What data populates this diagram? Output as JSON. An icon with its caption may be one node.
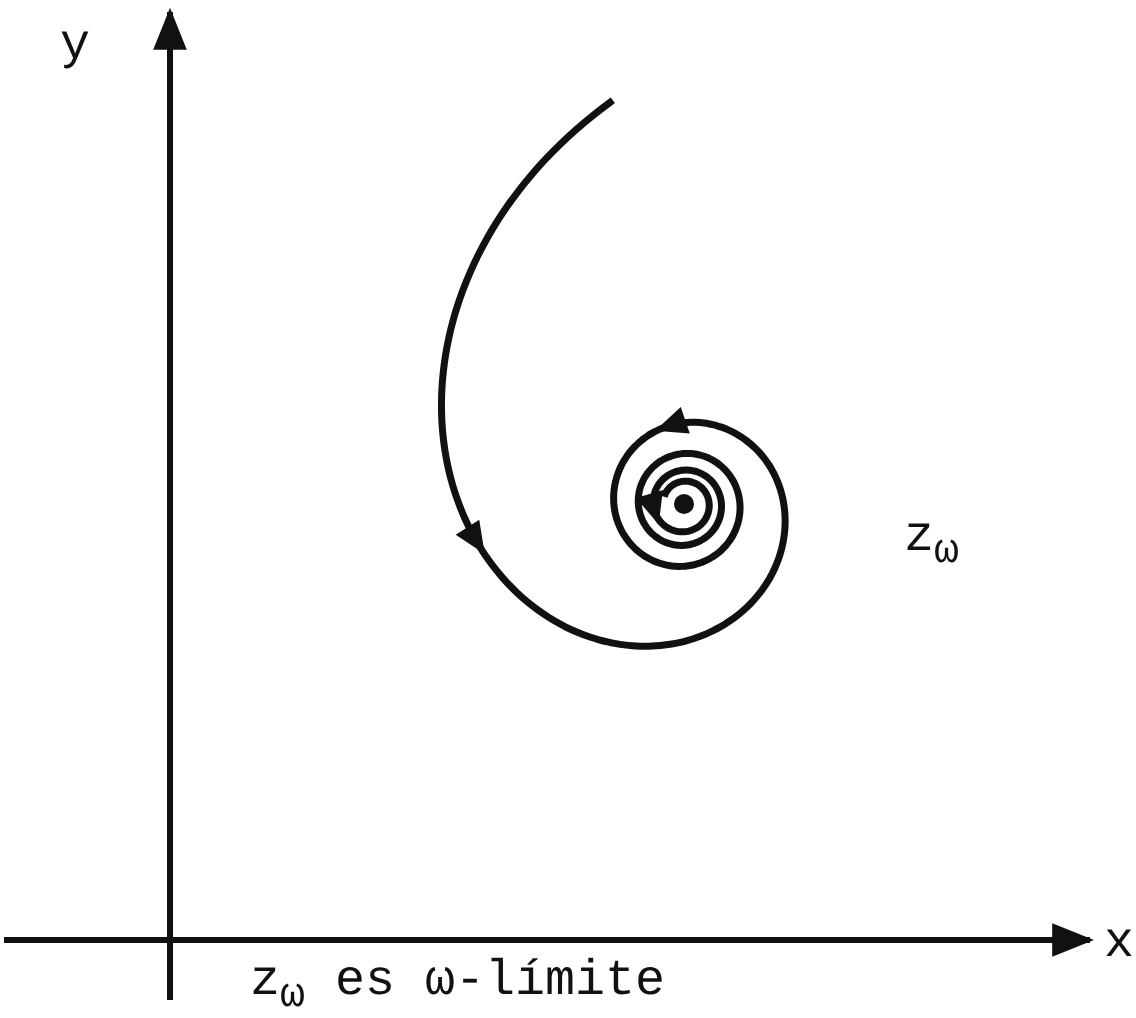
{
  "diagram": {
    "caption": "z$_{ω}$ es ω-límite",
    "labels": [
      "y",
      "x",
      "z$_{ω}$"
    ]
  }
}
